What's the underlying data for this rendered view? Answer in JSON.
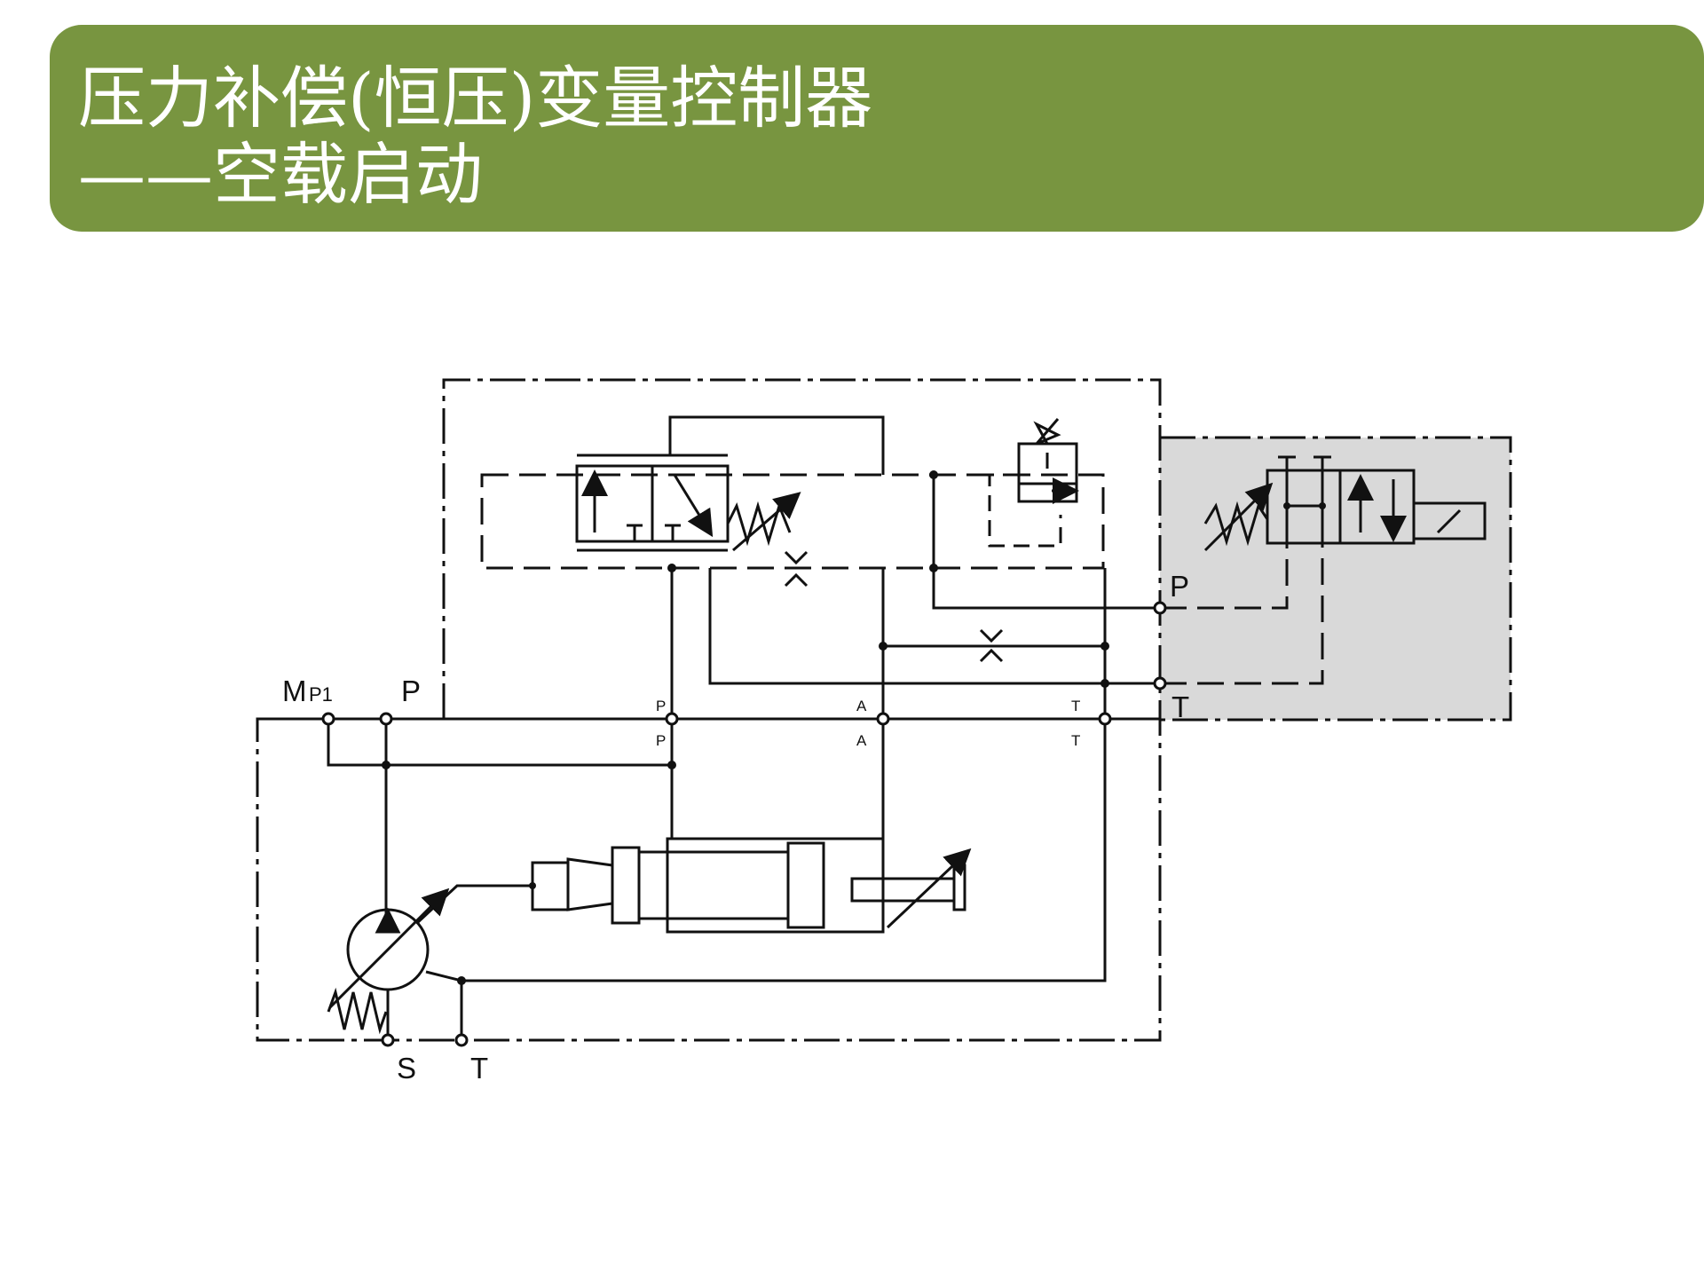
{
  "title": {
    "line1": "压力补偿(恒压)变量控制器",
    "line2": "——空载启动"
  },
  "colors": {
    "banner": "#789540",
    "shaded_zone": "#d9d9d9",
    "line": "#111111"
  },
  "labels": {
    "mp1_main": "M",
    "mp1_sub": "P1",
    "pump_p": "P",
    "suction_s": "S",
    "case_t": "T",
    "port_p_upper": "P",
    "port_p_lower": "P",
    "port_a_upper": "A",
    "port_a_lower": "A",
    "port_t_upper": "T",
    "port_t_lower": "T",
    "pilot_p": "P",
    "pilot_t": "T"
  }
}
